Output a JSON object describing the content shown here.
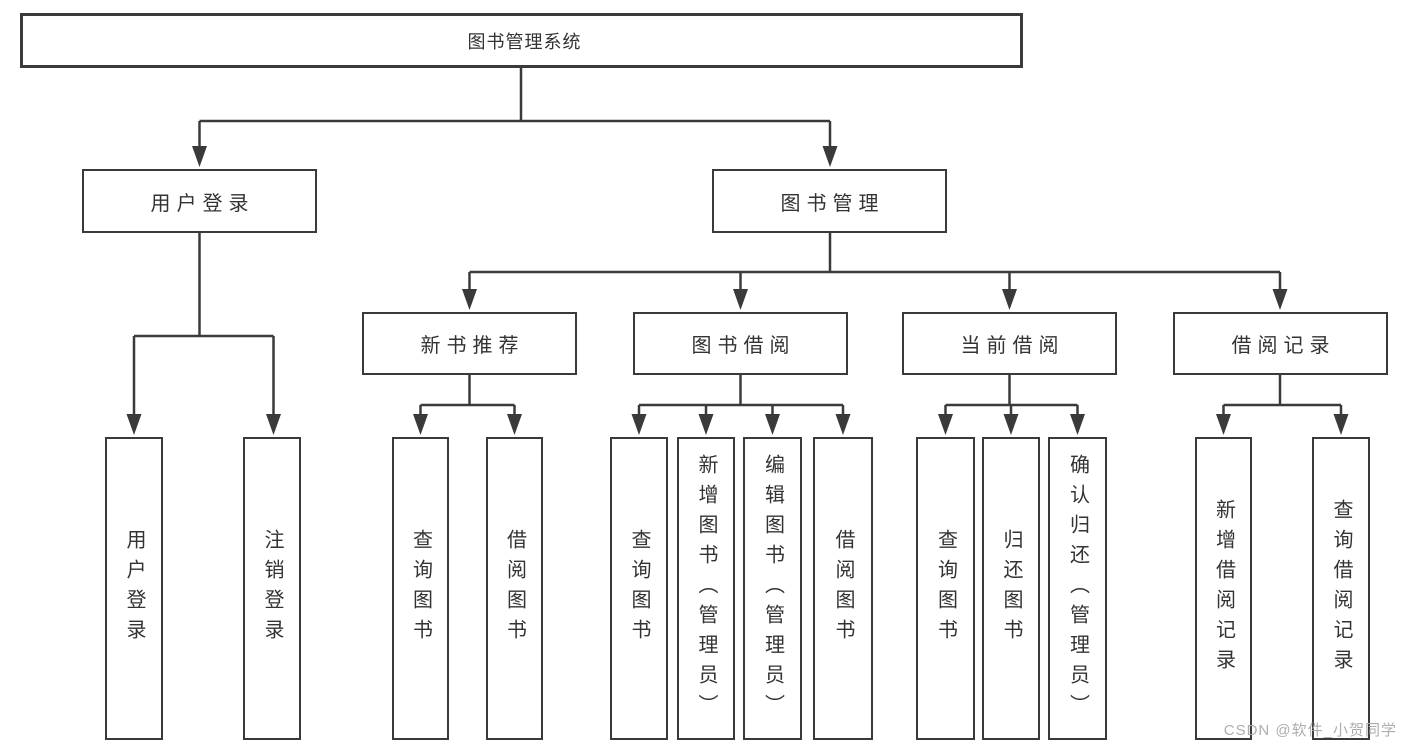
{
  "tree": {
    "root": "图书管理系统",
    "children": [
      {
        "label": "用户登录",
        "children": [
          {
            "label": "用户登录"
          },
          {
            "label": "注销登录"
          }
        ]
      },
      {
        "label": "图书管理",
        "children": [
          {
            "label": "新书推荐",
            "children": [
              {
                "label": "查询图书"
              },
              {
                "label": "借阅图书"
              }
            ]
          },
          {
            "label": "图书借阅",
            "children": [
              {
                "label": "查询图书"
              },
              {
                "label": "新增图书（管理员）"
              },
              {
                "label": "编辑图书（管理员）"
              },
              {
                "label": "借阅图书"
              }
            ]
          },
          {
            "label": "当前借阅",
            "children": [
              {
                "label": "查询图书"
              },
              {
                "label": "归还图书"
              },
              {
                "label": "确认归还（管理员）"
              }
            ]
          },
          {
            "label": "借阅记录",
            "children": [
              {
                "label": "新增借阅记录"
              },
              {
                "label": "查询借阅记录"
              }
            ]
          }
        ]
      }
    ]
  },
  "watermark": "CSDN @软件_小贺同学",
  "colors": {
    "line": "#3a3a3a",
    "text": "#333333",
    "watermark": "#aaaaaa",
    "background": "#ffffff"
  }
}
